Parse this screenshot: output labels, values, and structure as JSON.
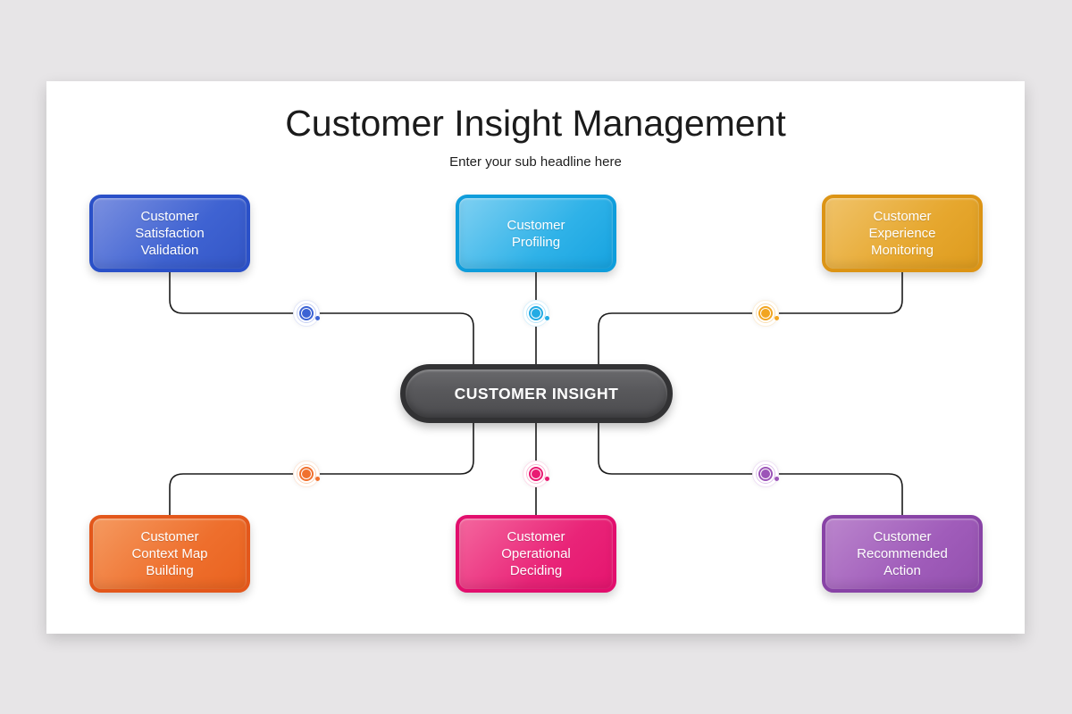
{
  "page": {
    "background_color": "#e7e5e7",
    "slide_background_color": "#ffffff",
    "line_color": "#1b1b1b"
  },
  "header": {
    "title": "Customer Insight Management",
    "subtitle": "Enter your sub headline here"
  },
  "center_node": {
    "label": "CUSTOMER INSIGHT",
    "fill_color": "#555558",
    "border_color": "#323234",
    "text_color": "#ffffff"
  },
  "cards": [
    {
      "label": "Customer Satisfaction Validation",
      "position": "top-left",
      "colors": {
        "border": "#2a50c8",
        "main": "#3f63d2",
        "light": "#7b90e0",
        "dark": "#3356c6"
      }
    },
    {
      "label": "Customer Profiling",
      "position": "top-center",
      "colors": {
        "border": "#0f9ddb",
        "main": "#2fb2e8",
        "light": "#7fd0f2",
        "dark": "#17a3e0"
      }
    },
    {
      "label": "Customer Experience Monitoring",
      "position": "top-right",
      "colors": {
        "border": "#dc9415",
        "main": "#e6a72e",
        "light": "#f0c36a",
        "dark": "#dd9b1e"
      }
    },
    {
      "label": "Customer Context Map Building",
      "position": "bottom-left",
      "colors": {
        "border": "#e3571b",
        "main": "#ee6f2d",
        "light": "#f59a60",
        "dark": "#e9621f"
      }
    },
    {
      "label": "Customer Operational Deciding",
      "position": "bottom-center",
      "colors": {
        "border": "#e20e6d",
        "main": "#e92478",
        "light": "#f4679e",
        "dark": "#e5156f"
      }
    },
    {
      "label": "Customer Recommended Action",
      "position": "bottom-right",
      "colors": {
        "border": "#8843a6",
        "main": "#a05cba",
        "light": "#bb86cd",
        "dark": "#9350ae"
      }
    }
  ],
  "connectors": [
    {
      "id": "blue-connector",
      "main": "#3c63d4",
      "light": "#c3cdf2"
    },
    {
      "id": "cyan-connector",
      "main": "#22abe4",
      "light": "#b3e3f8"
    },
    {
      "id": "amber-connector",
      "main": "#f2a51f",
      "light": "#f8dcae"
    },
    {
      "id": "orange-connector",
      "main": "#f0712e",
      "light": "#facfb2"
    },
    {
      "id": "pink-connector",
      "main": "#e91a72",
      "light": "#f9b9d4"
    },
    {
      "id": "purple-connector",
      "main": "#9c55b8",
      "light": "#ddc2ea"
    }
  ]
}
